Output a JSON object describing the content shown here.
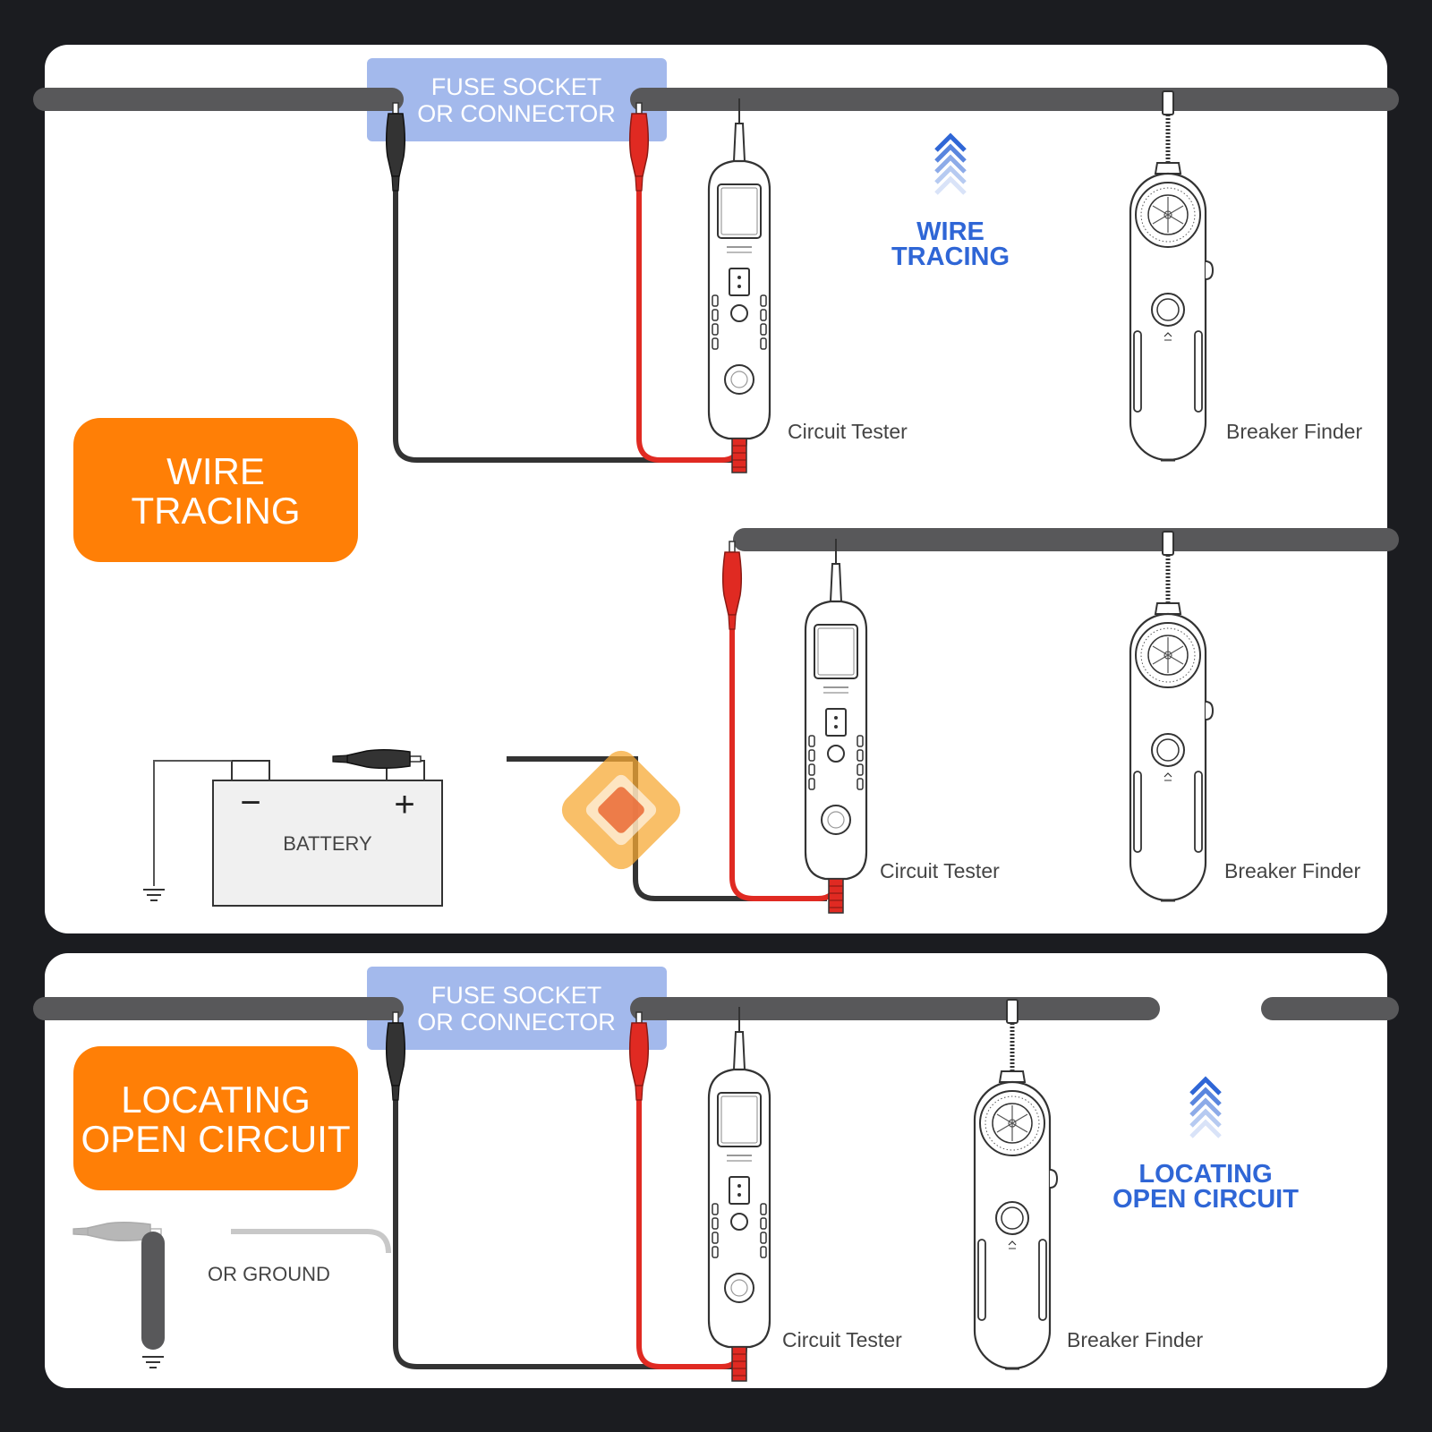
{
  "colors": {
    "page_bg": "#1b1c20",
    "panel_bg": "#ffffff",
    "wire": "#58585a",
    "fuse_box": "#a3b9ec",
    "badge_orange": "#ff7f06",
    "accent_blue": "#2f66d6",
    "lead_red": "#e02a22",
    "lead_black": "#333333"
  },
  "icons": [
    "double-chevron-up-icon",
    "ground-symbol-icon",
    "watermark-logo-icon"
  ],
  "panel_top": {
    "fuse_label_line1": "FUSE SOCKET",
    "fuse_label_line2": "OR CONNECTOR",
    "badge_line1": "WIRE",
    "badge_line2": "TRACING",
    "signal_line1": "WIRE",
    "signal_line2": "TRACING",
    "tester_label_a": "Circuit Tester",
    "finder_label_a": "Breaker Finder",
    "tester_label_b": "Circuit Tester",
    "finder_label_b": "Breaker Finder",
    "battery_label": "BATTERY",
    "battery_minus": "−",
    "battery_plus": "+"
  },
  "panel_bottom": {
    "fuse_label_line1": "FUSE SOCKET",
    "fuse_label_line2": "OR CONNECTOR",
    "badge_line1": "LOCATING",
    "badge_line2": "OPEN CIRCUIT",
    "signal_line1": "LOCATING",
    "signal_line2": "OPEN CIRCUIT",
    "ground_label": "OR GROUND",
    "tester_label": "Circuit Tester",
    "finder_label": "Breaker Finder"
  }
}
